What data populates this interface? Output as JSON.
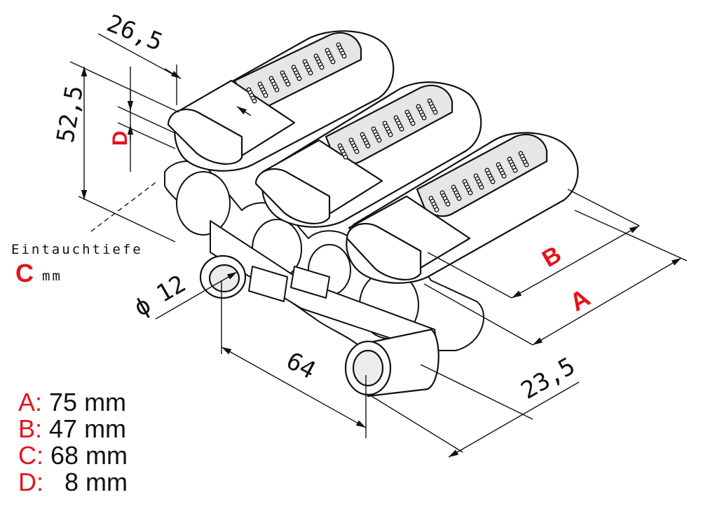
{
  "dimensions": {
    "d1": "26,5",
    "d2": "52,5",
    "d3": "12",
    "d3_symbol": "ϕ",
    "d4": "64",
    "d5": "23,5"
  },
  "labels": {
    "A": "A",
    "B": "B",
    "C": "C",
    "D": "D",
    "eintauch": "Eintauchtiefe",
    "mm": "mm"
  },
  "legend": [
    {
      "key": "A:",
      "value": " 75 mm"
    },
    {
      "key": "B:",
      "value": " 47 mm"
    },
    {
      "key": "C:",
      "value": " 68 mm"
    },
    {
      "key": "D:",
      "value": "   8 mm"
    }
  ],
  "colors": {
    "accent": "#e3141e",
    "line": "#111111",
    "pad": "#e6e6e6"
  }
}
